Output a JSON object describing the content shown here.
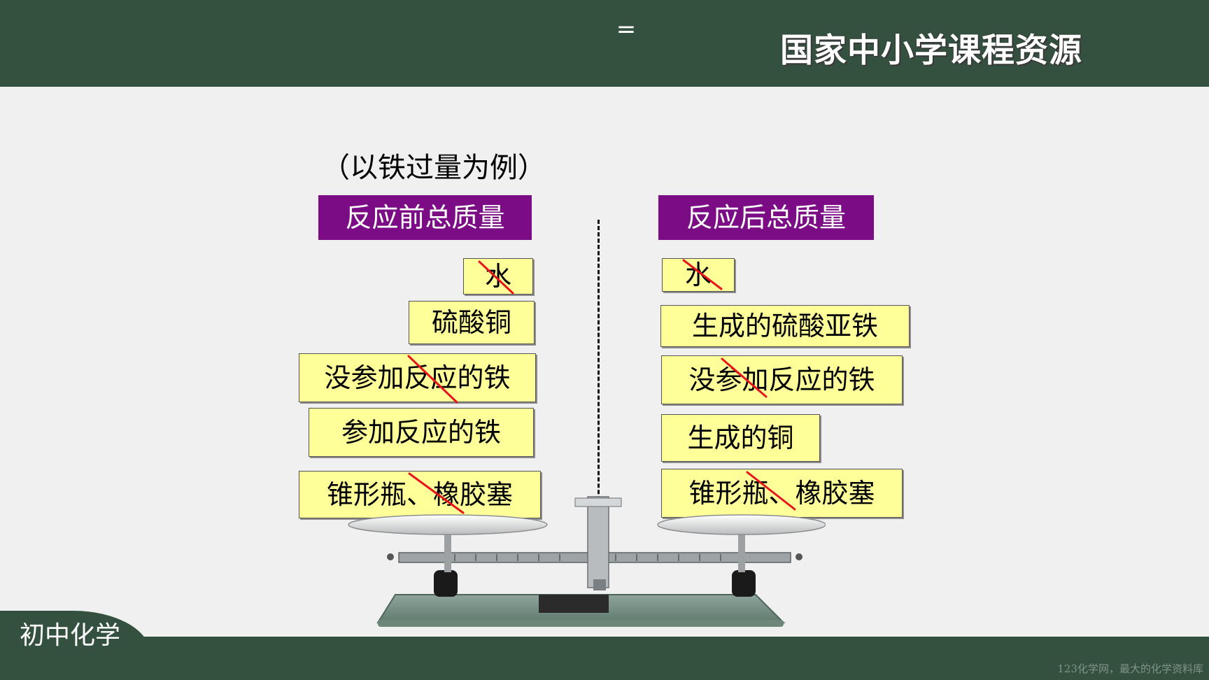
{
  "header": {
    "symbol": "=",
    "brand": "国家中小学课程资源"
  },
  "note": "（以铁过量为例）",
  "left": {
    "heading": "反应前总质量",
    "items": [
      {
        "label": "水",
        "crossed": true
      },
      {
        "label": "硫酸铜",
        "crossed": false
      },
      {
        "label": "没参加反应的铁",
        "crossed": true
      },
      {
        "label": "参加反应的铁",
        "crossed": false
      },
      {
        "label": "锥形瓶、橡胶塞",
        "crossed": true
      }
    ]
  },
  "right": {
    "heading": "反应后总质量",
    "items": [
      {
        "label": "水",
        "crossed": true
      },
      {
        "label": "生成的硫酸亚铁",
        "crossed": false
      },
      {
        "label": "没参加反应的铁",
        "crossed": true
      },
      {
        "label": "生成的铜",
        "crossed": false
      },
      {
        "label": "锥形瓶、橡胶塞",
        "crossed": true
      }
    ]
  },
  "footer": {
    "subject": "初中化学",
    "watermark": "123化学网，最大的化学资料库"
  },
  "colors": {
    "header_bg": "#34513f",
    "heading_bg": "#7b0c85",
    "item_bg": "#ffff99",
    "strike": "#e8141c"
  }
}
